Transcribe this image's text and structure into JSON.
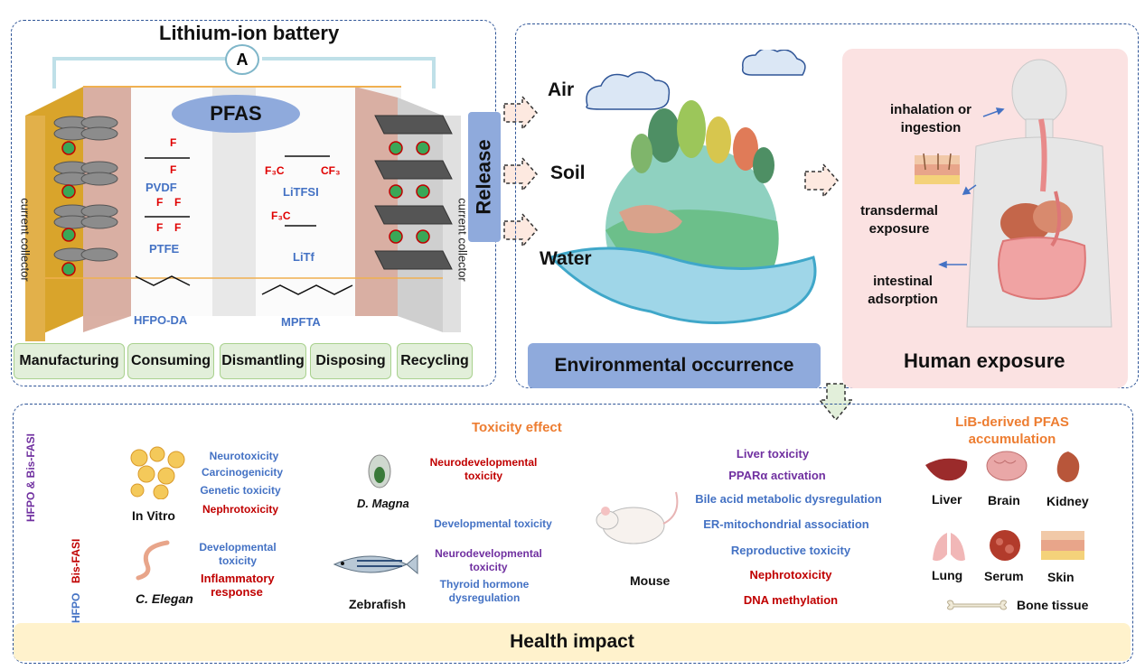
{
  "battery": {
    "title": "Lithium-ion battery",
    "ammeter": "A",
    "pfas_label": "PFAS",
    "current_collector_left": "current collector",
    "current_collector_right": "current collector",
    "chemicals": [
      "PVDF",
      "PTFE",
      "HFPO-DA",
      "LiTFSI",
      "LiTf",
      "MPFTA"
    ],
    "stages": [
      "Manufacturing",
      "Consuming",
      "Dismantling",
      "Disposing",
      "Recycling"
    ]
  },
  "release_label": "Release",
  "environment": {
    "compartments": [
      "Air",
      "Soil",
      "Water"
    ],
    "title": "Environmental occurrence"
  },
  "human": {
    "routes": [
      "inhalation or ingestion",
      "transdermal exposure",
      "intestinal adsorption"
    ],
    "title": "Human exposure"
  },
  "health": {
    "side_labels": [
      "HFPO & Bis-FASI",
      "Bis-FASI",
      "HFPO"
    ],
    "toxicity_title": "Toxicity effect",
    "in_vitro": {
      "name": "In Vitro",
      "effects": [
        "Neurotoxicity",
        "Carcinogenicity",
        "Genetic toxicity",
        "Nephrotoxicity"
      ]
    },
    "c_elegan": {
      "name": "C. Elegan",
      "effects": [
        "Developmental toxicity",
        "Inflammatory response"
      ]
    },
    "d_magna": {
      "name": "D. Magna",
      "effects": [
        "Neurodevelopmental toxicity"
      ]
    },
    "zebrafish": {
      "name": "Zebrafish",
      "effects": [
        "Developmental toxicity",
        "Neurodevelopmental toxicity",
        "Thyroid hormone dysregulation"
      ]
    },
    "mouse": {
      "name": "Mouse",
      "effects": [
        "Liver toxicity",
        "PPARα activation",
        "Bile acid metabolic dysregulation",
        "ER-mitochondrial association",
        "Reproductive toxicity",
        "Nephrotoxicity",
        "DNA methylation"
      ]
    },
    "accumulation_title": "LiB-derived PFAS accumulation",
    "organs": [
      "Liver",
      "Brain",
      "Kidney",
      "Lung",
      "Serum",
      "Skin",
      "Bone tissue"
    ],
    "footer": "Health impact"
  },
  "colors": {
    "panel_border": "#2f5597",
    "blue_text": "#4472c4",
    "red_text": "#c00000",
    "purple_text": "#7030a0",
    "orange_text": "#ed7d31",
    "release_box": "#8faadc",
    "env_title_box": "#8faadc",
    "human_panel": "#fbe2e2",
    "stage_box": "#e2efda",
    "footer_band": "#fff2cc"
  }
}
